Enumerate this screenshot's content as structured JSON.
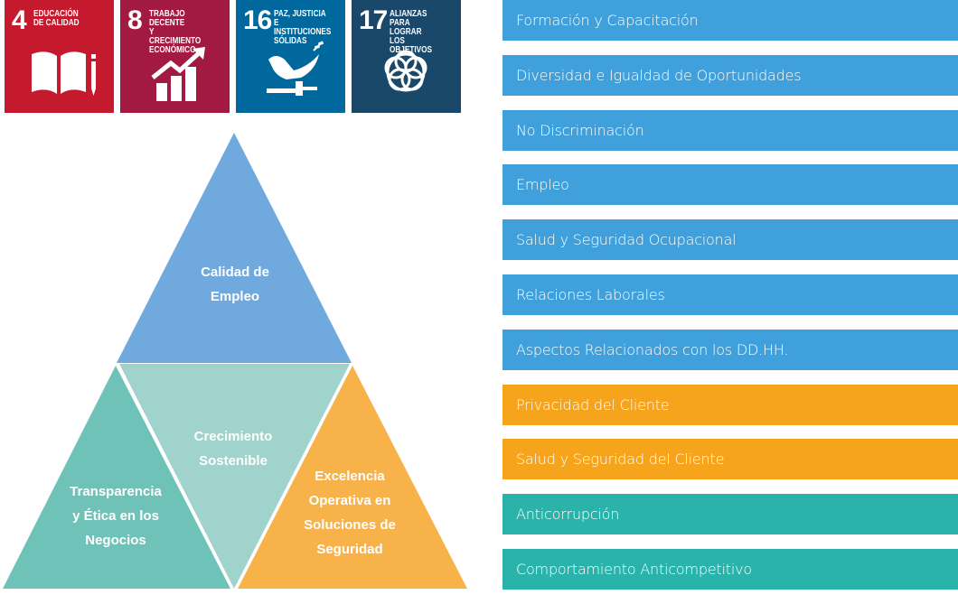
{
  "sdg_tiles": [
    {
      "number": "4",
      "title": "EDUCACIÓN\nDE CALIDAD",
      "color": "#c5192d",
      "icon": "book-pencil-icon"
    },
    {
      "number": "8",
      "title": "TRABAJO DECENTE\nY CRECIMIENTO\nECONÓMICO",
      "color": "#a21942",
      "icon": "growth-chart-icon"
    },
    {
      "number": "16",
      "title": "PAZ, JUSTICIA\nE INSTITUCIONES\nSÓLIDAS",
      "color": "#00689d",
      "icon": "dove-gavel-icon"
    },
    {
      "number": "17",
      "title": "ALIANZAS PARA\nLOGRAR\nLOS OBJETIVOS",
      "color": "#19486a",
      "icon": "flower-rings-icon"
    }
  ],
  "pyramid": {
    "top": {
      "label": "Calidad de\nEmpleo",
      "color": "#6fa9de"
    },
    "center": {
      "label": "Crecimiento\nSostenible",
      "color": "#9fd3cc"
    },
    "left": {
      "label": "Transparencia\ny Ética en los\nNegocios",
      "color": "#6fc2b8"
    },
    "right": {
      "label": "Excelencia\nOperativa en\nSoluciones de\nSeguridad",
      "color": "#f8b24a"
    }
  },
  "topics": [
    {
      "label": "Formación y Capacitación",
      "color": "#3fa0dc"
    },
    {
      "label": "Diversidad e Igualdad de Oportunidades",
      "color": "#3fa0dc"
    },
    {
      "label": "No Discriminación",
      "color": "#3fa0dc"
    },
    {
      "label": "Empleo",
      "color": "#3fa0dc"
    },
    {
      "label": "Salud y Seguridad Ocupacional",
      "color": "#3fa0dc"
    },
    {
      "label": "Relaciones Laborales",
      "color": "#3fa0dc"
    },
    {
      "label": "Aspectos Relacionados con los DD.HH.",
      "color": "#3fa0dc"
    },
    {
      "label": "Privacidad del Cliente",
      "color": "#f6a41c"
    },
    {
      "label": "Salud y Seguridad del Cliente",
      "color": "#f6a41c"
    },
    {
      "label": "Anticorrupción",
      "color": "#29b3ab"
    },
    {
      "label": "Comportamiento Anticompetitivo",
      "color": "#29b3ab"
    }
  ]
}
